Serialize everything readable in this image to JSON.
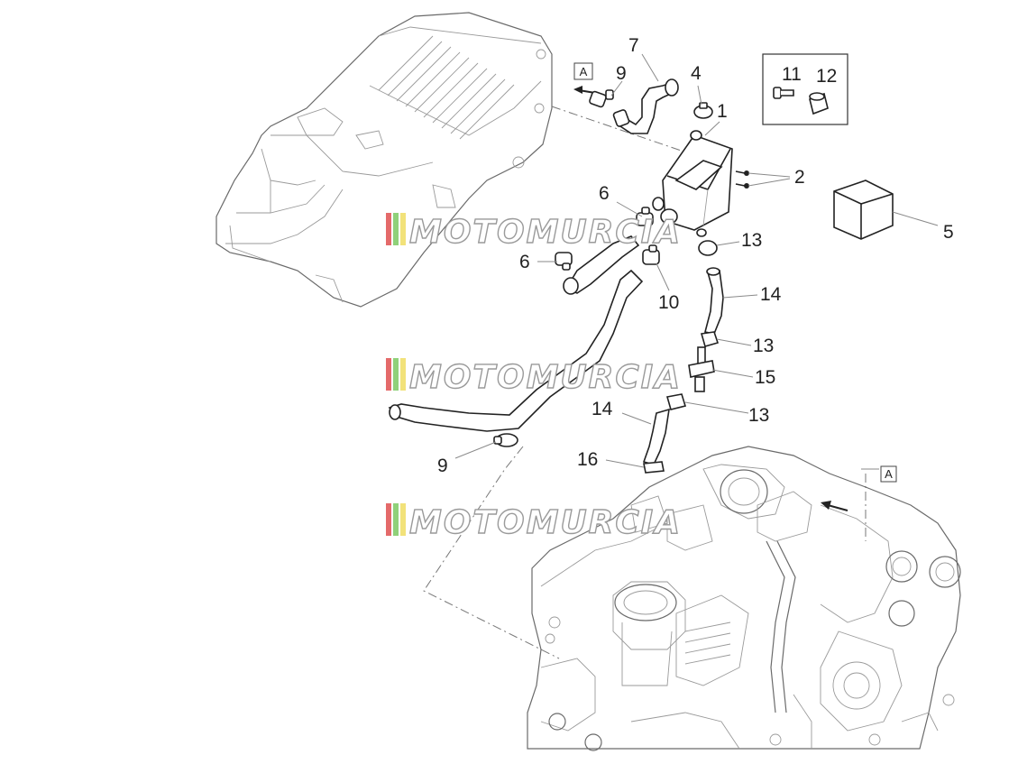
{
  "callouts": {
    "c1": "1",
    "c2": "2",
    "c4": "4",
    "c5": "5",
    "c6a": "6",
    "c6b": "6",
    "c7": "7",
    "c9a": "9",
    "c9b": "9",
    "c10": "10",
    "c11": "11",
    "c12": "12",
    "c13a": "13",
    "c13b": "13",
    "c13c": "13",
    "c14a": "14",
    "c14b": "14",
    "c15": "15",
    "c16": "16"
  },
  "reference_marks": {
    "top": "A",
    "bottom": "A"
  },
  "watermark": {
    "text": "MOTOMURCIA"
  },
  "colors": {
    "stripe_red": "#e46a6a",
    "stripe_green": "#8fd17a",
    "stripe_yellow": "#f2e27a"
  }
}
